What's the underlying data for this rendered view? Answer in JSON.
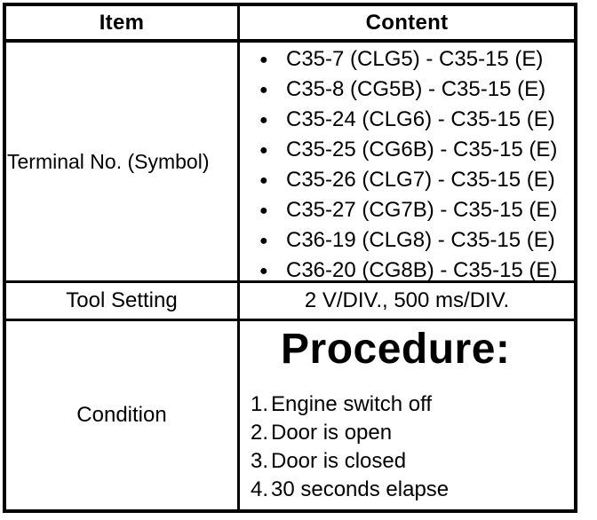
{
  "table": {
    "columns": {
      "item": "Item",
      "content": "Content"
    },
    "terminal_row": {
      "label": "Terminal No. (Symbol)",
      "bullet_icon": "●",
      "pairs": [
        "C35-7 (CLG5) - C35-15 (E)",
        "C35-8 (CG5B) - C35-15 (E)",
        "C35-24 (CLG6) - C35-15 (E)",
        "C35-25 (CG6B) - C35-15 (E)",
        "C35-26 (CLG7) - C35-15 (E)",
        "C35-27 (CG7B) - C35-15 (E)",
        "C36-19 (CLG8) - C35-15 (E)",
        "C36-20 (CG8B) - C35-15 (E)"
      ]
    },
    "tool_row": {
      "label": "Tool Setting",
      "value": "2 V/DIV., 500 ms/DIV."
    },
    "condition_row": {
      "label": "Condition",
      "procedure_title": "Procedure:",
      "steps": [
        {
          "num": "1.",
          "text": "Engine switch off"
        },
        {
          "num": "2.",
          "text": "Door is open"
        },
        {
          "num": "3.",
          "text": "Door is closed"
        },
        {
          "num": "4.",
          "text": "30 seconds elapse"
        }
      ]
    }
  }
}
